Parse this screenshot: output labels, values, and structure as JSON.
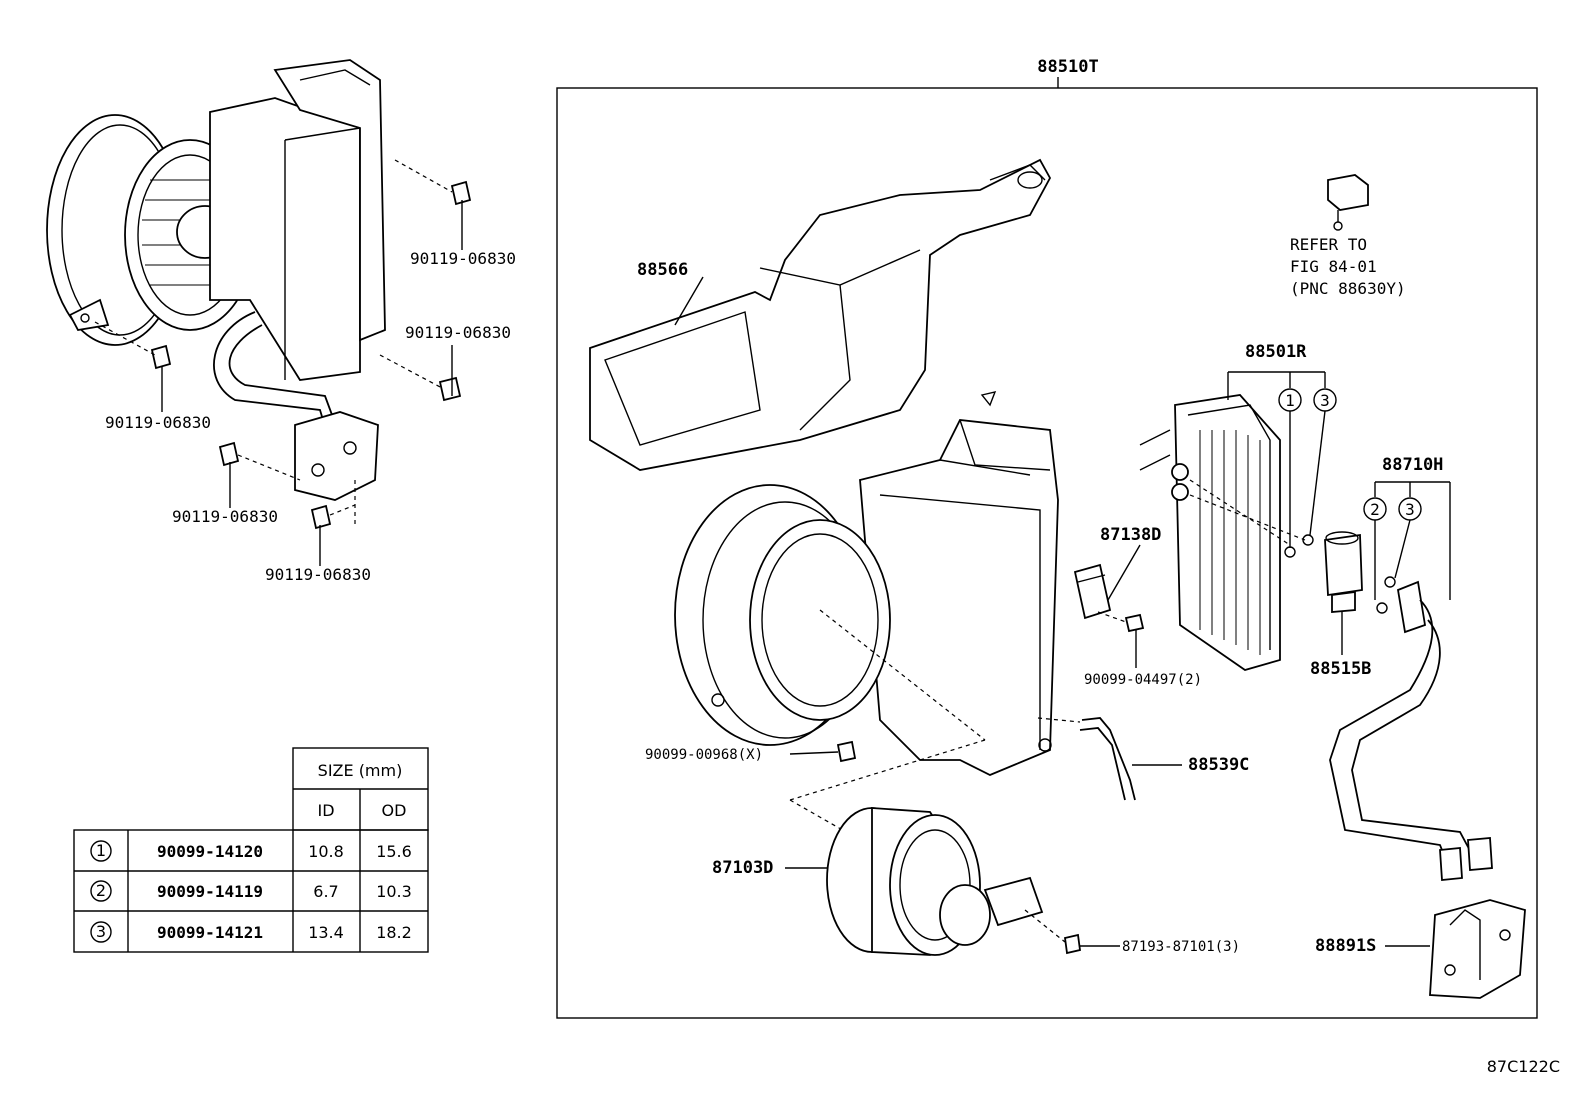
{
  "diagram_code": "87C122C",
  "assembly_label": "88510T",
  "refer_note": {
    "line1": "REFER TO",
    "line2": "FIG 84-01",
    "line3": "(PNC 88630Y)"
  },
  "left_callouts": [
    "90119-06830",
    "90119-06830",
    "90119-06830",
    "90119-06830",
    "90119-06830"
  ],
  "parts": {
    "duct": "88566",
    "evaporator": "88501R",
    "pipe": "88710H",
    "resistor": "87138D",
    "resistor_screw": "90099-04497(2)",
    "valve": "88515B",
    "hose": "88539C",
    "case_screw": "90099-00968(X)",
    "blower_motor": "87103D",
    "motor_screw": "87193-87101(3)",
    "cover": "88891S"
  },
  "circle_marks": {
    "one": "1",
    "two": "2",
    "three": "3"
  },
  "table": {
    "size_header": "SIZE (mm)",
    "col_id": "ID",
    "col_od": "OD",
    "rows": [
      {
        "mark": "1",
        "part": "90099-14120",
        "id": "10.8",
        "od": "15.6"
      },
      {
        "mark": "2",
        "part": "90099-14119",
        "id": "6.7",
        "od": "10.3"
      },
      {
        "mark": "3",
        "part": "90099-14121",
        "id": "13.4",
        "od": "18.2"
      }
    ]
  }
}
